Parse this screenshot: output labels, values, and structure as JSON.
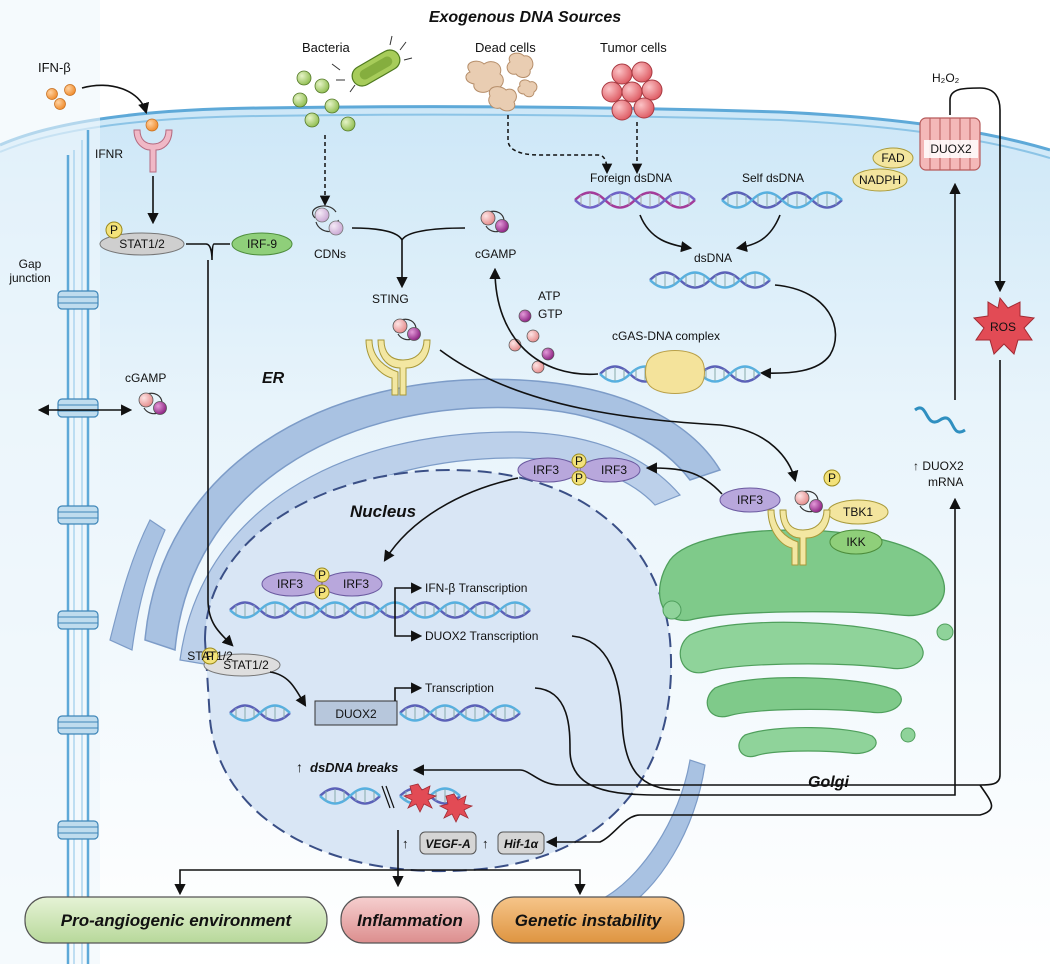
{
  "title": "Exogenous DNA Sources",
  "sources": {
    "ifn_beta": "IFN-β",
    "bacteria": "Bacteria",
    "dead_cells": "Dead cells",
    "tumor_cells": "Tumor cells",
    "h2o2": "H₂O₂"
  },
  "membrane": {
    "ifnr": "IFNR",
    "duox2": "DUOX2",
    "fad": "FAD",
    "nadph": "NADPH",
    "gap_junction": "Gap junction",
    "gap_cgamp": "cGAMP"
  },
  "cytoplasm": {
    "p": "P",
    "stat": "STAT1/2",
    "irf9": "IRF-9",
    "cdns": "CDNs",
    "cgamp": "cGAMP",
    "sting": "STING",
    "atp": "ATP",
    "gtp": "GTP",
    "foreign_dsdna": "Foreign dsDNA",
    "self_dsdna": "Self dsDNA",
    "dsdna": "dsDNA",
    "cgas_complex": "cGAS-DNA complex",
    "ros": "ROS",
    "duox2_mrna_1": "↑ DUOX2",
    "duox2_mrna_2": "mRNA",
    "er": "ER",
    "irf3": "IRF3",
    "tbk1": "TBK1",
    "ikk": "IKK",
    "golgi": "Golgi"
  },
  "nucleus": {
    "label": "Nucleus",
    "irf3": "IRF3",
    "ifn_transcription": "IFN-β Transcription",
    "duox2_transcription": "DUOX2 Transcription",
    "stat": "STAT1/2",
    "duox2_gene": "DUOX2",
    "transcription": "Transcription",
    "dsdna_breaks_arrow": "↑",
    "dsdna_breaks": "dsDNA breaks",
    "up": "↑",
    "vegf": "VEGF-A",
    "hif": "Hif-1α"
  },
  "outcomes": [
    {
      "label": "Pro-angiogenic environment",
      "color": "#cfe6b8"
    },
    {
      "label": "Inflammation",
      "color": "#e8a8a8"
    },
    {
      "label": "Genetic instability",
      "color": "#e6a85c"
    }
  ],
  "colors": {
    "cell": "#e4f2fb",
    "membrane": "#5ea9d8",
    "nucleus": "#d9e6f5",
    "er": "#a9c2e2",
    "golgi": "#7fca8a",
    "purple_dot": "#a33c9a",
    "pink_dot": "#f1a7a7",
    "orange_dot": "#f39a3e"
  }
}
